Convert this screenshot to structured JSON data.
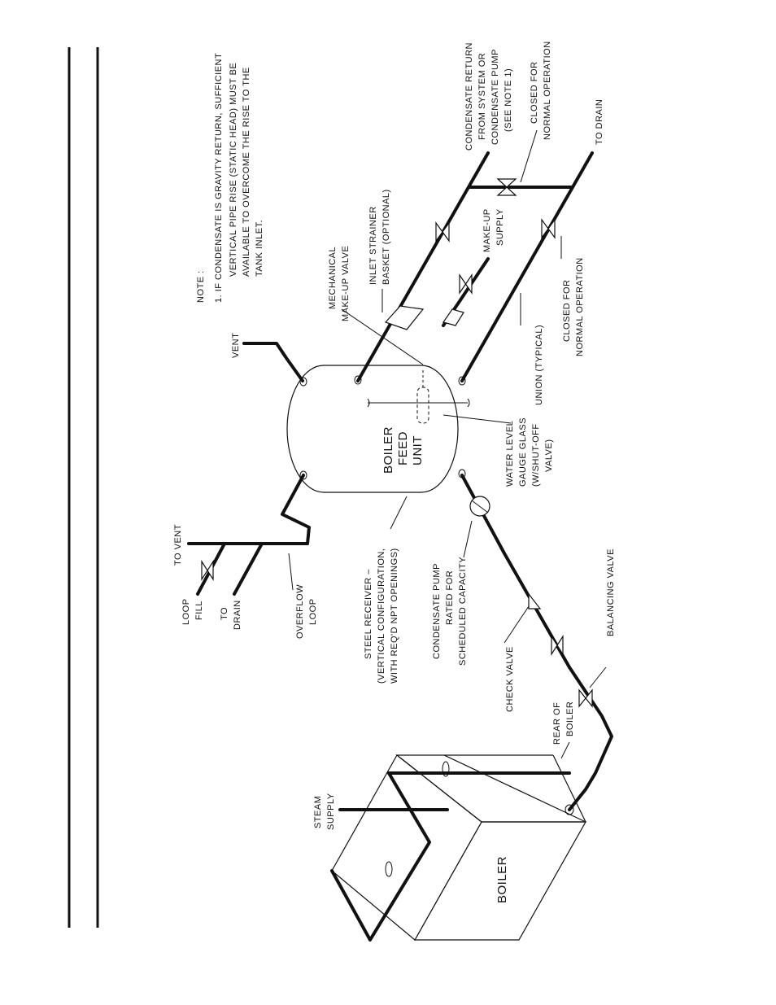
{
  "note": {
    "title": "NOTE :",
    "lines": [
      "1.  IF  CONDENSATE  IS  GRAVITY  RETURN,  SUFFICIENT",
      "VERTICAL  PIPE  RISE  (STATIC  HEAD)  MUST  BE",
      "AVAILABLE  TO  OVERCOME  THE  RISE  TO  THE",
      "TANK  INLET."
    ]
  },
  "labels": {
    "vent": "VENT",
    "mech_valve": [
      "MECHANICAL",
      "MAKE-UP  VALVE"
    ],
    "inlet_strainer": [
      "INLET  STRAINER",
      "BASKET  (OPTIONAL)"
    ],
    "makeup_supply": [
      "MAKE-UP",
      "SUPPLY"
    ],
    "condensate_return": [
      "CONDENSATE  RETURN",
      "FROM  SYSTEM  OR",
      "CONDENSATE  PUMP",
      "(SEE  NOTE  1)"
    ],
    "closed_top": [
      "CLOSED  FOR",
      "NORMAL  OPERATION"
    ],
    "to_drain_right": "TO  DRAIN",
    "closed_mid": [
      "CLOSED  FOR",
      "NORMAL  OPERATION"
    ],
    "union": "UNION  (TYPICAL)",
    "gauge_glass": [
      "WATER  LEVEL",
      "GAUGE  GLASS",
      "(W/SHUT-OFF",
      "VALVE)"
    ],
    "boiler_feed_unit": [
      "BOILER",
      "FEED",
      "UNIT"
    ],
    "to_vent": "TO  VENT",
    "loop_fill": [
      "LOOP",
      "FILL"
    ],
    "to_drain_left": [
      "TO",
      "DRAIN"
    ],
    "overflow_loop": [
      "OVERFLOW",
      "LOOP"
    ],
    "steel_receiver": [
      "STEEL  RECEIVER  –",
      "(VERTICAL  CONFIGURATION,",
      "WITH  REQ'D  NPT  OPENINGS)"
    ],
    "condensate_pump": [
      "CONDENSATE  PUMP",
      "RATED  FOR",
      "SCHEDULED  CAPACITY"
    ],
    "check_valve": "CHECK  VALVE",
    "balancing_valve": "BALANCING  VALVE",
    "rear_of_boiler": [
      "REAR  OF",
      "BOILER"
    ],
    "steam_supply": [
      "STEAM",
      "SUPPLY"
    ],
    "boiler": "BOILER"
  }
}
